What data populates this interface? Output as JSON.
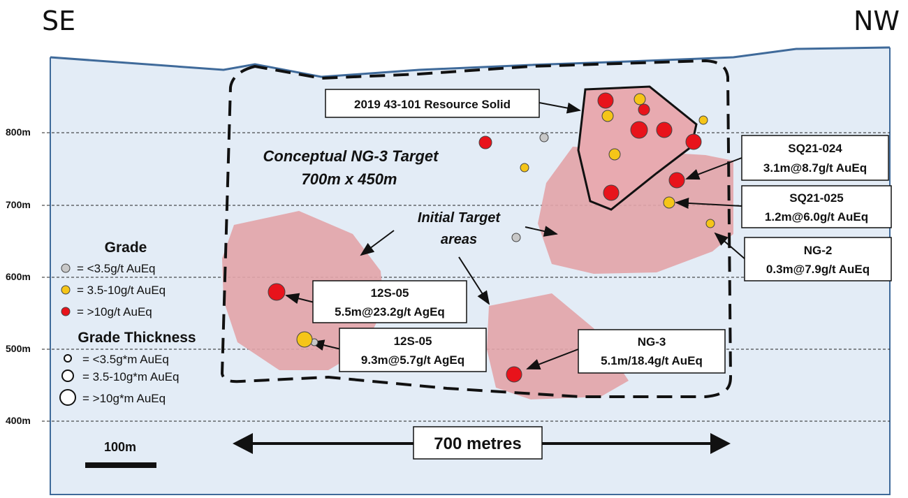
{
  "orientation": {
    "left": "SE",
    "right": "NW"
  },
  "elevation_ticks": [
    "800m",
    "700m",
    "600m",
    "500m",
    "400m"
  ],
  "target": {
    "title_line1": "Conceptual NG-3 Target",
    "title_line2": "700m x 450m"
  },
  "initial_targets": {
    "line1": "Initial Target",
    "line2": "areas"
  },
  "resource_solid_label": "2019 43-101 Resource Solid",
  "callouts": {
    "sq21_024": {
      "hole": "SQ21-024",
      "result": "3.1m@8.7g/t AuEq"
    },
    "sq21_025": {
      "hole": "SQ21-025",
      "result": "1.2m@6.0g/t AuEq"
    },
    "ng_2": {
      "hole": "NG-2",
      "result": "0.3m@7.9g/t AuEq"
    },
    "s12_05_a": {
      "hole": "12S-05",
      "result": "5.5m@23.2g/t AgEq"
    },
    "s12_05_b": {
      "hole": "12S-05",
      "result": "9.3m@5.7g/t AgEq"
    },
    "ng_3": {
      "hole": "NG-3",
      "result": "5.1m/18.4g/t AuEq"
    }
  },
  "legend": {
    "grade_title": "Grade",
    "grade_items": [
      {
        "label": "= <3.5g/t AuEq",
        "color": "#c8c8c8"
      },
      {
        "label": "= 3.5-10g/t AuEq",
        "color": "#f5c518"
      },
      {
        "label": "= >10g/t AuEq",
        "color": "#e8131b"
      }
    ],
    "thickness_title": "Grade Thickness",
    "thickness_items": [
      {
        "label": "= <3.5g*m AuEq"
      },
      {
        "label": "= 3.5-10g*m AuEq"
      },
      {
        "label": "= >10g*m AuEq"
      }
    ]
  },
  "scale_bar": {
    "label": "100m"
  },
  "distance_label": "700 metres",
  "colors": {
    "background": "#e3ecf6",
    "surface_line": "#3f6a9a",
    "target_area": "#e2a4a8",
    "low_grade": "#c8c8c8",
    "mid_grade": "#f5c518",
    "high_grade": "#e8131b"
  }
}
